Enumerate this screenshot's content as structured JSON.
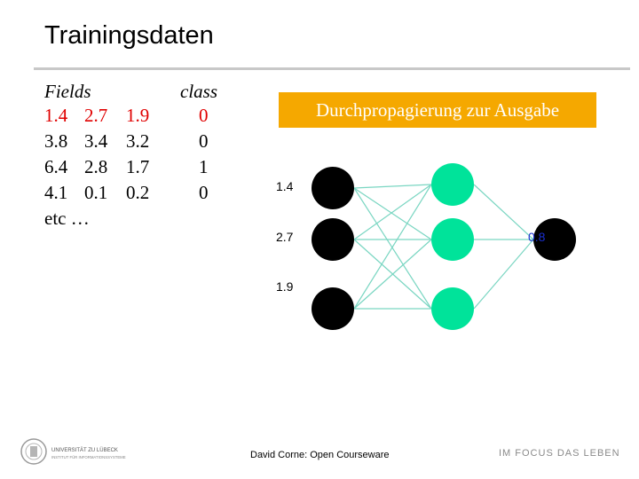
{
  "slide": {
    "title": "Trainingsdaten"
  },
  "table": {
    "fields_header": "Fields",
    "class_header": "class",
    "rows": [
      {
        "f1": "1.4",
        "f2": "2.7",
        "f3": "1.9",
        "cls": "0"
      },
      {
        "f1": "3.8",
        "f2": "3.4",
        "f3": "3.2",
        "cls": "0"
      },
      {
        "f1": "6.4",
        "f2": "2.8",
        "f3": "1.7",
        "cls": "1"
      },
      {
        "f1": "4.1",
        "f2": "0.1",
        "f3": "0.2",
        "cls": "0"
      }
    ],
    "etc": "etc …"
  },
  "callout": {
    "text": "Durchpropagierung zur Ausgabe",
    "color": "#f5a800"
  },
  "network": {
    "input_labels": [
      "1.4",
      "2.7",
      "1.9"
    ],
    "output_label": "0.8",
    "input_color": "#000000",
    "hidden_color": "#00e39a",
    "output_color": "#000000",
    "edge_color": "#7ad6c2"
  },
  "footer": {
    "credit": "David Corne: Open Courseware",
    "logo_line1": "UNIVERSITÄT ZU LÜBECK",
    "logo_line2": "INSTITUT FÜR INFORMATIONSSYSTEME",
    "tagline": "IM FOCUS DAS LEBEN"
  }
}
